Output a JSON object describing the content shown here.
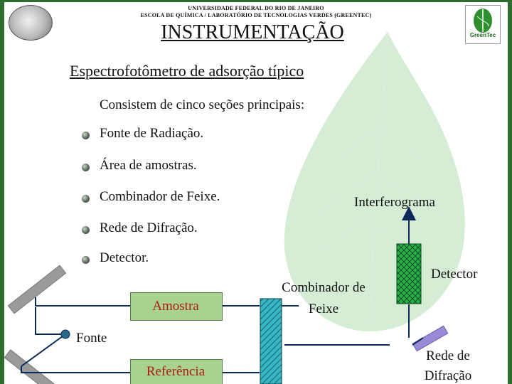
{
  "header": {
    "university": "UNIVERSIDADE FEDERAL DO RIO DE JANEIRO",
    "school": "ESCOLA DE QUÍMICA / LABORATÓRIO DE TECNOLOGIAS VERDES (GREENTEC)",
    "logo_right_text": "GreenTec"
  },
  "title": "INSTRUMENTAÇÃO",
  "subtitle": "Espectrofotômetro de adsorção típico",
  "intro": "Consistem de cinco seções principais:",
  "bullets": [
    "Fonte de Radiação.",
    "Área de amostras.",
    "Combinador de Feixe.",
    "Rede de Difração.",
    "Detector."
  ],
  "diagram": {
    "interferograma": "Interferograma",
    "amostra": "Amostra",
    "referencia": "Referência",
    "fonte": "Fonte",
    "combinador_line1": "Combinador de",
    "combinador_line2": "Feixe",
    "detector": "Detector",
    "rede_line1": "Rede de",
    "rede_line2": "Difração"
  },
  "colors": {
    "accent_green": "#2e6b2e",
    "leaf_green": "#b3ddb3",
    "box_fill": "#a8d38f",
    "combiner_fill": "#36b7c4",
    "detector_fill": "#26b24b",
    "label_red": "#b01818"
  }
}
